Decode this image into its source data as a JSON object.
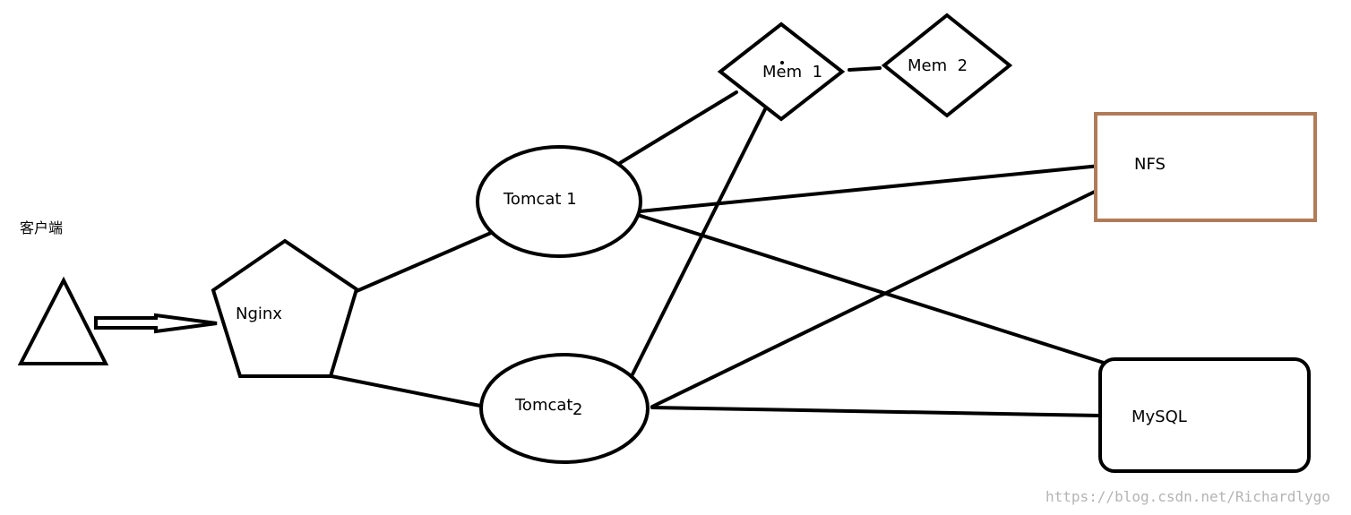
{
  "diagram": {
    "nodes": {
      "client": {
        "label": "客户端",
        "shape": "triangle"
      },
      "nginx": {
        "label": "Nginx",
        "shape": "pentagon"
      },
      "tomcat1": {
        "label": "Tomcat 1",
        "shape": "ellipse"
      },
      "tomcat2": {
        "label": "Tomcat",
        "sub": "2",
        "shape": "ellipse"
      },
      "mem1": {
        "label": "Mem  1",
        "shape": "diamond"
      },
      "mem2": {
        "label": "Mem  2",
        "shape": "diamond"
      },
      "nfs": {
        "label": "NFS",
        "shape": "rectangle",
        "border_color": "#b07c58"
      },
      "mysql": {
        "label": "MySQL",
        "shape": "rounded-rectangle"
      }
    },
    "edges": [
      {
        "from": "client",
        "to": "nginx",
        "style": "double-arrow"
      },
      {
        "from": "nginx",
        "to": "tomcat1"
      },
      {
        "from": "nginx",
        "to": "tomcat2"
      },
      {
        "from": "tomcat1",
        "to": "mem1"
      },
      {
        "from": "tomcat2",
        "to": "mem1"
      },
      {
        "from": "mem1",
        "to": "mem2"
      },
      {
        "from": "tomcat1",
        "to": "nfs"
      },
      {
        "from": "tomcat2",
        "to": "nfs"
      },
      {
        "from": "tomcat1",
        "to": "mysql"
      },
      {
        "from": "tomcat2",
        "to": "mysql"
      }
    ],
    "watermark": "https://blog.csdn.net/Richardlygo"
  }
}
